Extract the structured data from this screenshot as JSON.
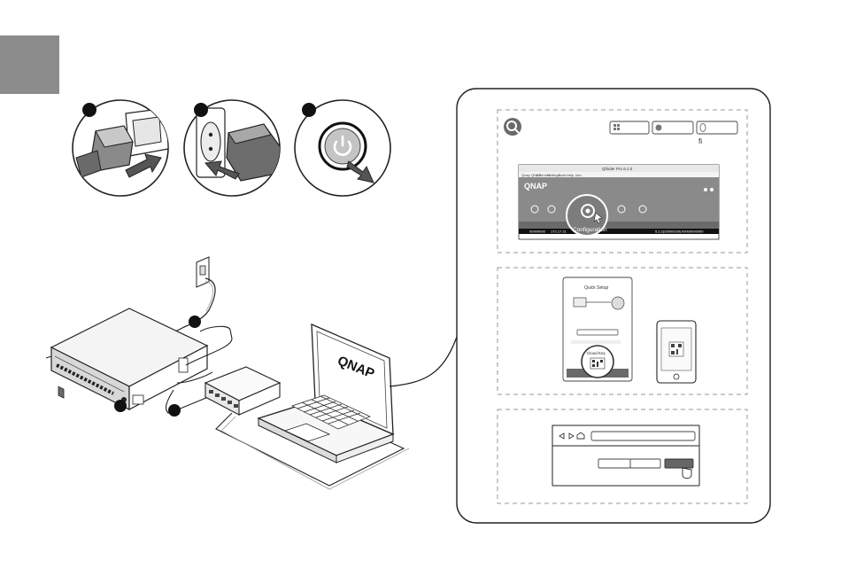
{
  "colors": {
    "tab_gray": "#8c8c8c",
    "line": "#3a3a3a",
    "light_fill": "#e6e6e6",
    "mid_fill": "#b5b5b5",
    "dark_fill": "#5a5a5a",
    "dash": "#9a9a9a"
  },
  "steps": [
    {
      "name": "plug-power-cable-into-nas",
      "icon": "power-plug-icon"
    },
    {
      "name": "plug-power-cable-into-outlet",
      "icon": "outlet-icon"
    },
    {
      "name": "press-power-button",
      "icon": "power-button-icon"
    }
  ],
  "panel": {
    "qfinder": {
      "app_title": "Qfinder Pro 6.1.0",
      "menu": [
        "Qnap QNAP",
        "Connect",
        "Settings",
        "Tools",
        "Help",
        "Info"
      ],
      "logo": "QNAP",
      "configuration_label": "Configuration",
      "superscript": "fi",
      "os_icons": [
        "windows-icon",
        "apple-icon",
        "linux-icon"
      ],
      "row_values": [
        "00000000",
        "172.17.21",
        "5.2.2(20000100)",
        "00000000000"
      ]
    },
    "smart_setup": {
      "title": "Quick Setup",
      "cloud_key_label": "Cloud Key"
    }
  },
  "laptop_logo": "QNAP"
}
